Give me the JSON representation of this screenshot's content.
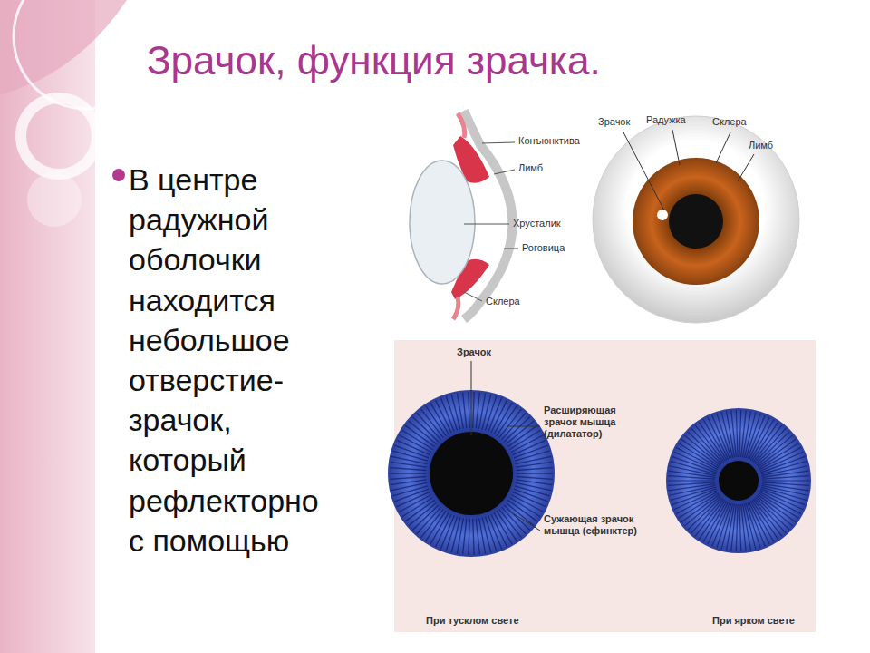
{
  "diagram": {
    "title": "Зрачок, функция зрачка.",
    "labels": [
      "В центре радужной оболочки находится небольшое отверстие- зрачок, который рефлекторно с помощью",
      "Конъюнктива",
      "Лимб",
      "Хрусталик",
      "Роговица",
      "Склера",
      "Зрачок",
      "Радужка",
      "Склера",
      "Лимб",
      "Зрачок",
      "Расширяющая зрачок мышца (дилататор)",
      "Сужающая зрачок мышца (сфинктер)",
      "При тусклом свете",
      "При ярком свете"
    ]
  }
}
